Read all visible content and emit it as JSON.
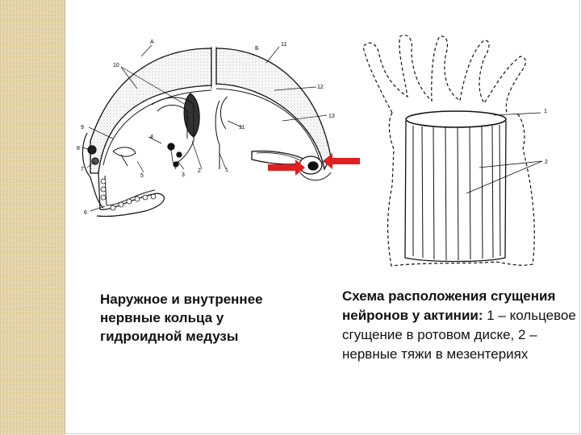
{
  "left_figure": {
    "labels": {
      "A": "А",
      "B": "Б",
      "n1": "1",
      "n2": "2",
      "n3": "3",
      "n4": "4",
      "n5": "5",
      "n6": "6",
      "n7": "7",
      "n8": "8",
      "n9": "9",
      "n10": "10",
      "n11a": "11",
      "n11b": "11",
      "n12": "12",
      "n13": "13"
    },
    "arrow_color": "#e02020"
  },
  "right_figure": {
    "labels": {
      "n1": "1",
      "n2": "2"
    }
  },
  "caption_left": {
    "text": "Наружное и внутреннее нервные кольца у гидроидной медузы"
  },
  "caption_right": {
    "bold": "Схема расположения сгущения нейронов у актинии:",
    "rest": " 1 – кольцевое сгущение в ротовом диске, 2 – нервные тяжи в мезентериях"
  }
}
